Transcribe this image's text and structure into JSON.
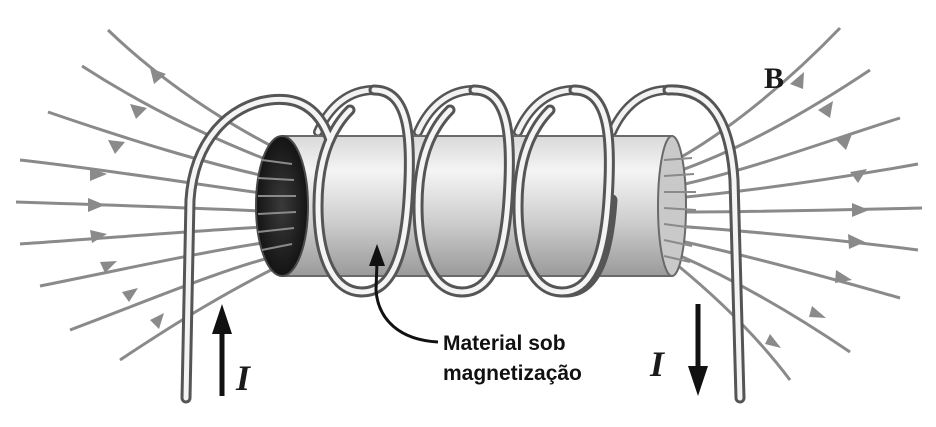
{
  "labels": {
    "field": "B",
    "current_left": "I",
    "current_right": "I",
    "material_line1": "Material sob",
    "material_line2": "magnetização"
  },
  "colors": {
    "field_lines": "#8a8a8a",
    "wire": "#555555",
    "core_light": "#f2f2f2",
    "core_dark": "#9c9c9c",
    "text": "#111111"
  }
}
